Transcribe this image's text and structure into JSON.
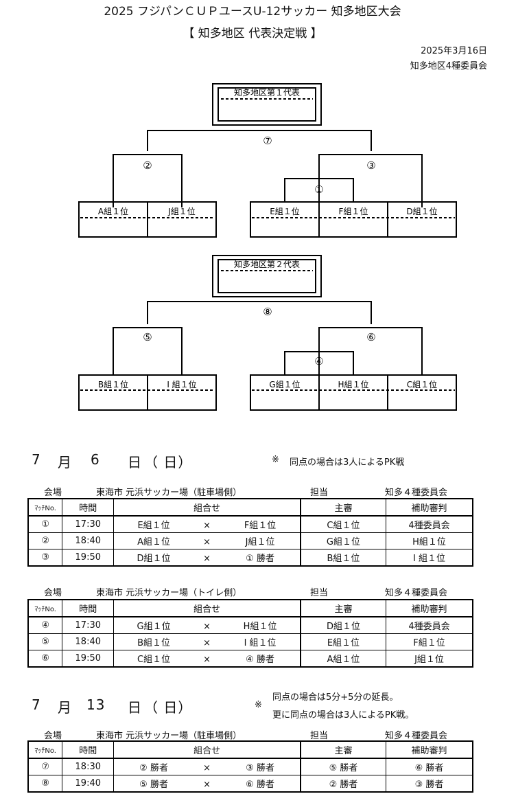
{
  "header": {
    "title": "2025 フジパンＣＵＰユースU-12サッカー 知多地区大会",
    "subtitle": "【 知多地区 代表決定戦 】",
    "date": "2025年3月16日",
    "org": "知多地区4種委員会"
  },
  "bracket1": {
    "winner": "知多地区第１代表",
    "top_match": "⑦",
    "left_match": "②",
    "right_match": "③",
    "inner_match": "①",
    "teams": [
      "A組１位",
      "J組１位",
      "E組１位",
      "F組１位",
      "D組１位"
    ]
  },
  "bracket2": {
    "winner": "知多地区第２代表",
    "top_match": "⑧",
    "left_match": "⑤",
    "right_match": "⑥",
    "inner_match": "④",
    "teams": [
      "B組１位",
      "I 組１位",
      "G組１位",
      "H組１位",
      "C組１位"
    ]
  },
  "day1": {
    "month": "7",
    "month_unit": "月",
    "day": "6",
    "day_unit": "日",
    "weekday": "（ 日）",
    "note_mark": "※",
    "note": "同点の場合は3人によるPK戦"
  },
  "day2": {
    "month": "7",
    "month_unit": "月",
    "day": "13",
    "day_unit": "日",
    "weekday": "（ 日）",
    "note_mark": "※",
    "note1": "同点の場合は5分+5分の延長。",
    "note2": "更に同点の場合は3人によるPK戦。"
  },
  "labels": {
    "venue": "会場",
    "in_charge": "担当",
    "committee": "知多４種委員会",
    "match_no": "ﾏｯﾁNo.",
    "time": "時間",
    "pairing": "組合せ",
    "referee": "主審",
    "assistant": "補助審判",
    "vs": "×"
  },
  "tables": [
    {
      "venue_name": "東海市 元浜サッカー場（駐車場側）",
      "rows": [
        {
          "no": "①",
          "time": "17:30",
          "home": "E組１位",
          "away": "F組１位",
          "referee": "C組１位",
          "assistant": "4種委員会"
        },
        {
          "no": "②",
          "time": "18:40",
          "home": "A組１位",
          "away": "J組１位",
          "referee": "G組１位",
          "assistant": "H組１位"
        },
        {
          "no": "③",
          "time": "19:50",
          "home": "D組１位",
          "away": "① 勝者",
          "referee": "B組１位",
          "assistant": "I 組１位"
        }
      ]
    },
    {
      "venue_name": "東海市 元浜サッカー場（トイレ側）",
      "rows": [
        {
          "no": "④",
          "time": "17:30",
          "home": "G組１位",
          "away": "H組１位",
          "referee": "D組１位",
          "assistant": "4種委員会"
        },
        {
          "no": "⑤",
          "time": "18:40",
          "home": "B組１位",
          "away": "I 組１位",
          "referee": "E組１位",
          "assistant": "F組１位"
        },
        {
          "no": "⑥",
          "time": "19:50",
          "home": "C組１位",
          "away": "④ 勝者",
          "referee": "A組１位",
          "assistant": "J組１位"
        }
      ]
    },
    {
      "venue_name": "東海市 元浜サッカー場（駐車場側）",
      "rows": [
        {
          "no": "⑦",
          "time": "18:30",
          "home": "② 勝者",
          "away": "③ 勝者",
          "referee": "⑤ 勝者",
          "assistant": "⑥ 勝者"
        },
        {
          "no": "⑧",
          "time": "19:40",
          "home": "⑤ 勝者",
          "away": "⑥ 勝者",
          "referee": "② 勝者",
          "assistant": "③ 勝者"
        }
      ]
    }
  ]
}
